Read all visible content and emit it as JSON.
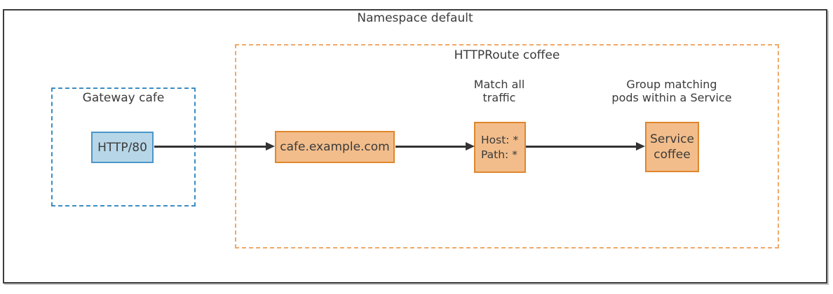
{
  "namespace": {
    "label": "Namespace default"
  },
  "gateway": {
    "label": "Gateway cafe",
    "listener_label": "HTTP/80"
  },
  "httproute": {
    "label": "HTTPRoute coffee",
    "hostname_label": "cafe.example.com",
    "match": {
      "annotation_line1": "Match all",
      "annotation_line2": "traffic",
      "rules": [
        "Host: *",
        "Path: *"
      ]
    },
    "backend": {
      "annotation_line1": "Group matching",
      "annotation_line2": "pods within a Service",
      "service_line1": "Service",
      "service_line2": "coffee"
    }
  },
  "colors": {
    "namespace_border": "#3d3d3d",
    "gateway_dash": "#3c8dc5",
    "listener_fill": "#b7d7e8",
    "listener_border": "#4a96c8",
    "route_dash": "#efa968",
    "route_fill": "#f2bd8b",
    "route_border": "#e0862d",
    "arrow": "#333333",
    "text": "#3b3b3b"
  }
}
